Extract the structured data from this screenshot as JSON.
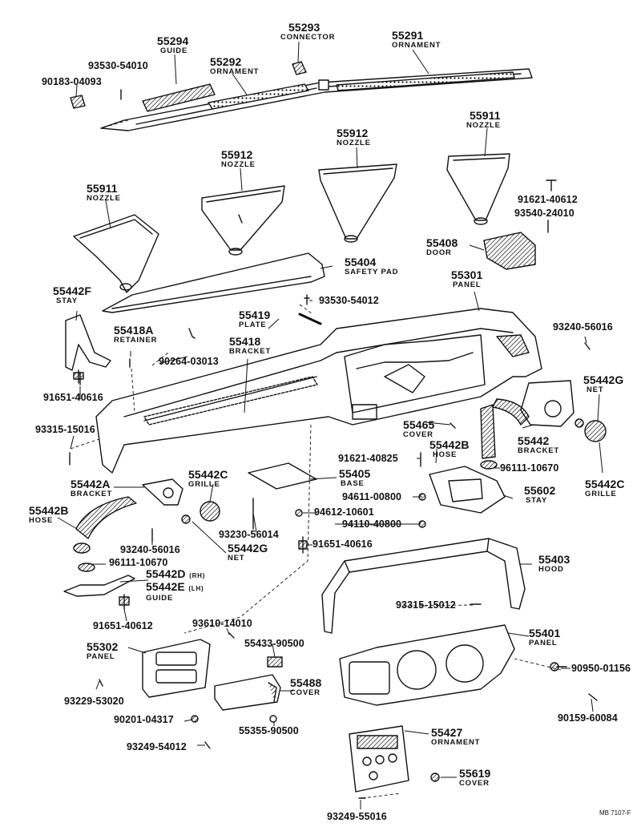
{
  "labels": {
    "p55294": {
      "num": "55294",
      "name": "GUIDE"
    },
    "p55293": {
      "num": "55293",
      "name": "CONNECTOR"
    },
    "p55291": {
      "num": "55291",
      "name": "ORNAMENT"
    },
    "p93530_54010": {
      "num": "93530-54010"
    },
    "p55292": {
      "num": "55292",
      "name": "ORNAMENT"
    },
    "p90183_04093": {
      "num": "90183-04093"
    },
    "p55911_r": {
      "num": "55911",
      "name": "NOZZLE"
    },
    "p55912_r": {
      "num": "55912",
      "name": "NOZZLE"
    },
    "p55912_l": {
      "num": "55912",
      "name": "NOZZLE"
    },
    "p55911_l": {
      "num": "55911",
      "name": "NOZZLE"
    },
    "p91621_40612": {
      "num": "91621-40612"
    },
    "p93540_24010": {
      "num": "93540-24010"
    },
    "p55408": {
      "num": "55408",
      "name": "DOOR"
    },
    "p55404": {
      "num": "55404",
      "name": "SAFETY PAD"
    },
    "p55301": {
      "num": "55301",
      "name": "PANEL"
    },
    "p55442F": {
      "num": "55442F",
      "name": "STAY"
    },
    "p93530_54012": {
      "num": "93530-54012"
    },
    "p55419": {
      "num": "55419",
      "name": "PLATE"
    },
    "p55418A": {
      "num": "55418A",
      "name": "RETAINER"
    },
    "p55418": {
      "num": "55418",
      "name": "BRACKET"
    },
    "p90264_03013": {
      "num": "90264-03013"
    },
    "p93240_56016_r": {
      "num": "93240-56016"
    },
    "p55442G_r": {
      "num": "55442G",
      "name": "NET"
    },
    "p91651_40616_a": {
      "num": "91651-40616"
    },
    "p93315_15016": {
      "num": "93315-15016"
    },
    "p55465": {
      "num": "55465",
      "name": "COVER"
    },
    "p55442B_r": {
      "num": "55442B",
      "name": "HOSE"
    },
    "p55442_r": {
      "num": "55442",
      "name": "BRACKET"
    },
    "p91621_40825": {
      "num": "91621-40825"
    },
    "p96111_10670_r": {
      "num": "96111-10670"
    },
    "p55405": {
      "num": "55405",
      "name": "BASE"
    },
    "p55442C_r": {
      "num": "55442C",
      "name": "GRILLE"
    },
    "p55442A": {
      "num": "55442A",
      "name": "BRACKET"
    },
    "p55442C_l": {
      "num": "55442C",
      "name": "GRILLE"
    },
    "p94611_00800": {
      "num": "94611-00800"
    },
    "p55602": {
      "num": "55602",
      "name": "STAY"
    },
    "p55442B_l": {
      "num": "55442B",
      "name": "HOSE"
    },
    "p94612_10601": {
      "num": "94612-10601"
    },
    "p94110_40800": {
      "num": "94110-40800"
    },
    "p93230_56014": {
      "num": "93230-56014"
    },
    "p93240_56016_l": {
      "num": "93240-56016"
    },
    "p55442G_l": {
      "num": "55442G",
      "name": "NET"
    },
    "p91651_40616_b": {
      "num": "91651-40616"
    },
    "p96111_10670_l": {
      "num": "96111-10670"
    },
    "p55442D": {
      "num": "55442D",
      "name": "(RH)"
    },
    "p55442E": {
      "num": "55442E",
      "name": "(LH)",
      "extra": "GUIDE"
    },
    "p55403": {
      "num": "55403",
      "name": "HOOD"
    },
    "p93315_15012": {
      "num": "93315-15012"
    },
    "p91651_40612": {
      "num": "91651-40612"
    },
    "p93610_14010": {
      "num": "93610-14010"
    },
    "p55401": {
      "num": "55401",
      "name": "PANEL"
    },
    "p55302": {
      "num": "55302",
      "name": "PANEL"
    },
    "p55433_90500": {
      "num": "55433-90500"
    },
    "p90950_01156": {
      "num": "90950-01156"
    },
    "p55488": {
      "num": "55488",
      "name": "COVER"
    },
    "p93229_53020": {
      "num": "93229-53020"
    },
    "p90159_60084": {
      "num": "90159-60084"
    },
    "p90201_04317": {
      "num": "90201-04317"
    },
    "p55355_90500": {
      "num": "55355-90500"
    },
    "p55427": {
      "num": "55427",
      "name": "ORNAMENT"
    },
    "p93249_54012": {
      "num": "93249-54012"
    },
    "p55619": {
      "num": "55619",
      "name": "COVER"
    },
    "p93249_55016": {
      "num": "93249-55016"
    }
  },
  "drawing_code": "MB 7107-F",
  "colors": {
    "ink": "#111111",
    "paper": "#ffffff"
  }
}
